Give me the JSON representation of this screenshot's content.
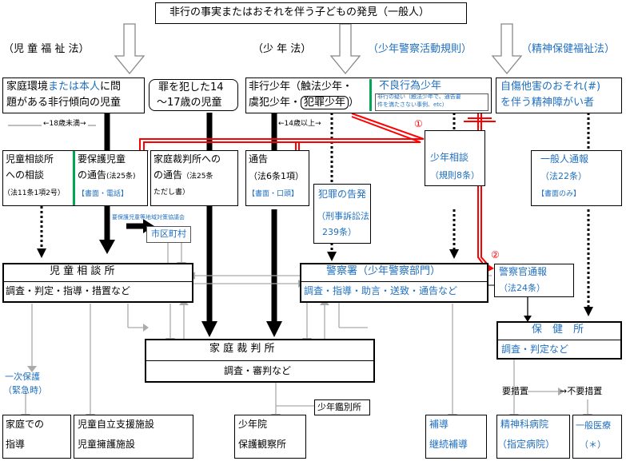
{
  "top_title": "非行の事実またはおそれを伴う子どもの発見（一般人）",
  "laws": {
    "child_welfare": "（児 童 福 祉 法）",
    "juvenile": "（少 年 法）",
    "police_rules": "（少年警察活動規則）",
    "mental_health": "（精神保健福祉法）"
  },
  "row1": {
    "family_a": "家庭環境",
    "family_b": "または本人",
    "family_c": "に問",
    "family_d": "題がある非行傾向の児童",
    "crime14_a": "罪を犯した14",
    "crime14_b": "～17歳の児童",
    "delinquent_a": "非行少年（触法少年・",
    "delinquent_b": "虞犯少年・",
    "delinquent_c": "犯罪少年",
    "delinquent_d": "）",
    "misconduct_title": "不良行為少年",
    "misconduct_note_a": "非行の疑い（触法少年で、通告要",
    "misconduct_note_b": "件を満たさない事例、etc）",
    "selfharm_a": "自傷他害のおそれ(#)",
    "selfharm_b": "を伴う精神障がい者"
  },
  "age_under18": "←18歳未満→",
  "age_over14": "←14歳以上→",
  "circle1": "①",
  "circle2": "②",
  "row2": {
    "consult_a": "児童相談所",
    "consult_b": "への相談",
    "consult_c": "（法11条1項2号）",
    "notify_a": "要保護児童",
    "notify_b": "の通告",
    "notify_b_small": "(法25条)",
    "notify_c": "【書面・電話】",
    "court_a": "家庭裁判所への",
    "court_b": "の通告",
    "court_b_small": "（法25条",
    "court_c": "ただし書）",
    "tsuukoku_a": "通告",
    "tsuukoku_b": "（法6条1項）",
    "tsuukoku_c": "【書面・口頭】",
    "youth_consult_a": "少年相談",
    "youth_consult_b": "（規則8条）",
    "general_report_a": "一般人通報",
    "general_report_b": "（法22条）",
    "general_report_c": "【書面のみ】"
  },
  "crime_report_a": "犯罪の告発",
  "crime_report_b": "（刑事訴訟法",
  "crime_report_c": "239条）",
  "council": "要保護児童等地域対策協議会",
  "city": "市区町村",
  "row3": {
    "cgc_title": "児 童 相 談 所",
    "cgc_tasks": "調査・判定・指導・措置など",
    "police_title": "警察署（少年警察部門）",
    "police_tasks": "調査・指導・助言・送致・通告など",
    "officer_a": "警察官通報",
    "officer_b": "（法24条）"
  },
  "health": {
    "title": "保　健　所",
    "tasks": "調査・判定など"
  },
  "court": {
    "title": "家 庭 裁 判 所",
    "tasks": "調査・審判など"
  },
  "temp_a": "一次保護",
  "temp_b": "（緊急時）",
  "measure": "要措置",
  "no_measure": "→不要措置",
  "classification": "少年鑑別所",
  "outcomes": {
    "home_a": "家庭での",
    "home_b": "指導",
    "facility_a": "児童自立支援施設",
    "facility_b": "児童擁護施設",
    "reform_a": "少年院",
    "reform_b": "保護観察所",
    "guidance_a": "補導",
    "guidance_b": "継続補導",
    "hospital_a": "精神科病院",
    "hospital_b": "（指定病院）",
    "medical_a": "一般医療",
    "medical_b": "（＊）"
  }
}
